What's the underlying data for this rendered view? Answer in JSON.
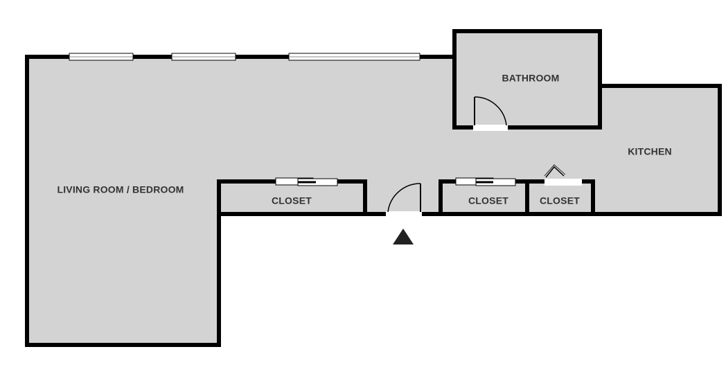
{
  "floorplan": {
    "rooms": {
      "living": "LIVING ROOM / BEDROOM",
      "bathroom": "BATHROOM",
      "kitchen": "KITCHEN",
      "closet_1": "CLOSET",
      "closet_2": "CLOSET",
      "closet_3": "CLOSET"
    },
    "colors": {
      "floor": "#d3d3d3",
      "wall": "#000000",
      "window": "#ffffff",
      "label": "#333333"
    },
    "icons": {
      "entrance": "entrance-arrow-icon"
    }
  }
}
